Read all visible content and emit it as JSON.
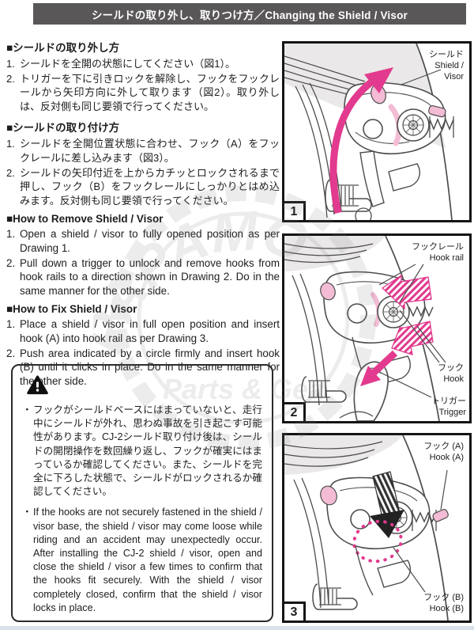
{
  "header": {
    "title": "シールドの取り外し、取りつけ方／Changing the Shield / Visor"
  },
  "sections": [
    {
      "heading": "■シールドの取り外し方",
      "items": [
        {
          "num": "1.",
          "text": "シールドを全開の状態にしてください（図1）。"
        },
        {
          "num": "2.",
          "text": "トリガーを下に引きロックを解除し、フックをフックレールから矢印方向に外して取ります（図2）。取り外しは、反対側も同じ要領で行ってください。"
        }
      ]
    },
    {
      "heading": "■シールドの取り付け方",
      "items": [
        {
          "num": "1.",
          "text": "シールドを全開位置状態に合わせ、フック（A）をフックレールに差し込みます（図3）。"
        },
        {
          "num": "2.",
          "text": "シールドの矢印付近を上からカチッとロックされるまで押し、フック（B）をフックレールにしっかりとはめ込みます。反対側も同じ要領で行ってください。"
        }
      ]
    },
    {
      "heading": "■How to Remove Shield / Visor",
      "items": [
        {
          "num": "1.",
          "text": "Open a shield / visor to fully opened position as per Drawing 1."
        },
        {
          "num": "2.",
          "text": "Pull down a trigger to unlock and remove hooks from hook rails to a direction shown in Drawing 2. Do in the same manner for the other side."
        }
      ]
    },
    {
      "heading": "■How to Fix Shield / Visor",
      "items": [
        {
          "num": "1.",
          "text": "Place a shield / visor in full open position and insert hook (A) into hook rail as per Drawing 3."
        },
        {
          "num": "2.",
          "text": "Push area indicated by a circle firmly and insert hook (B) until it clicks in place. Do in the same manner for the other side."
        }
      ]
    }
  ],
  "warning": {
    "bullet": "・",
    "jp": "フックがシールドベースにはまっていないと、走行中にシールドが外れ、思わぬ事故を引き起こす可能性があります。CJ-2シールド取り付け後は、シールドの開閉操作を数回繰り返し、フックが確実にはまっているか確認してください。また、シールドを完全に下ろした状態で、シールドがロックされるか確認してください。",
    "en": "If the hooks are not securely fastened in the shield / visor base, the shield / visor may come loose while riding and an accident may unexpectedly occur. After installing the CJ-2 shield / visor, open and close the shield / visor a few times to confirm that the hooks fit securely. With the shield / visor completely closed, confirm that the shield / visor locks in place."
  },
  "figures": [
    {
      "number": "1",
      "labels": {
        "shield_jp": "シールド",
        "shield_en1": "Shield /",
        "shield_en2": "Visor"
      }
    },
    {
      "number": "2",
      "labels": {
        "hook_rail_jp": "フックレール",
        "hook_rail_en": "Hook rail",
        "hook_jp": "フック",
        "hook_en": "Hook",
        "trigger_jp": "トリガー",
        "trigger_en": "Trigger"
      }
    },
    {
      "number": "3",
      "labels": {
        "hook_a_jp": "フック (A)",
        "hook_a_en": "Hook (A)",
        "hook_b_jp": "フック (B)",
        "hook_b_en": "Hook (B)"
      }
    }
  ],
  "watermark": {
    "arc_text": "PAPAMO",
    "sub_text": "Parts & Gea"
  },
  "colors": {
    "header_bg": "#595757",
    "accent_pink": "#e23a8e",
    "light_pink": "#f3bcd4",
    "line_art": "#4d4d4d"
  }
}
